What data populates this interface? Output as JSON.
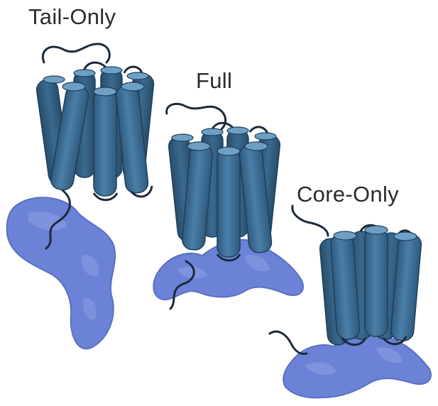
{
  "labels": {
    "tail_only": "Tail-Only",
    "full": "Full",
    "core_only": "Core-Only"
  },
  "colors": {
    "helix_side": "#3d6f97",
    "helix_dark": "#2f5a7e",
    "helix_top": "#6ea0c6",
    "outline": "#1f3f5a",
    "protein": "#6b82d6",
    "protein_light": "#8899e0",
    "tail": "#1c2a3a"
  }
}
